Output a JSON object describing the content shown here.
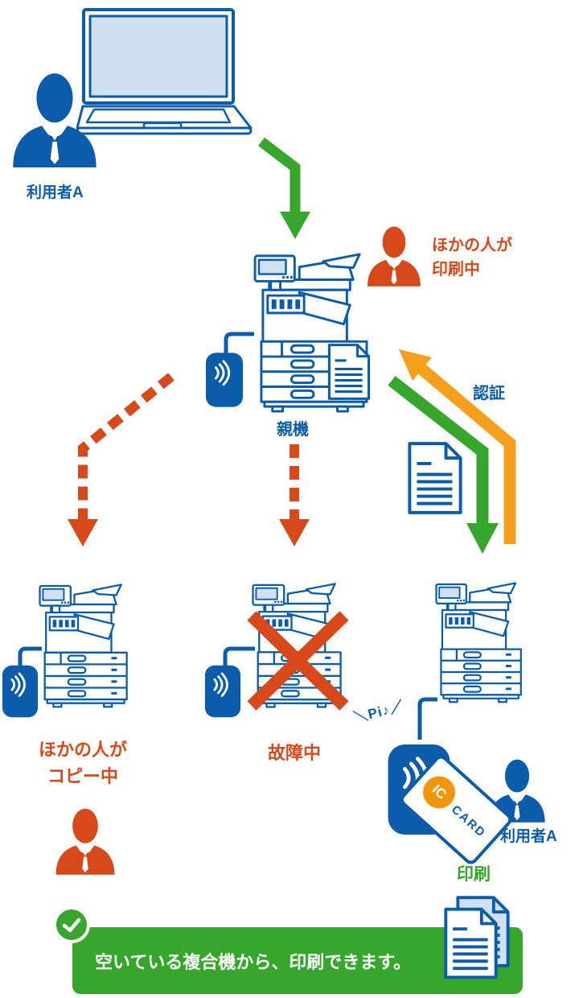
{
  "colors": {
    "blue": "#0b5cab",
    "light_blue": "#cfe0f2",
    "red_orange": "#d7481a",
    "green": "#36a62c",
    "orange_arrow": "#f4a01c",
    "ic_orange": "#f0960e"
  },
  "top_user": {
    "label": "利用者A"
  },
  "parent_machine": {
    "label": "親機",
    "busy_person_line1": "ほかの人が",
    "busy_person_line2": "印刷中"
  },
  "auth": {
    "label": "認証"
  },
  "left_printer": {
    "status_line1": "ほかの人が",
    "status_line2": "コピー中"
  },
  "middle_printer": {
    "status": "故障中"
  },
  "right_printer": {
    "card_sound": "＼Pi♪／",
    "ic_chip": "IC",
    "ic_card": "CARD",
    "user_label": "利用者A",
    "action_label": "印刷"
  },
  "banner": {
    "message": "空いている複合機から、印刷できます。"
  },
  "icons": {
    "check": "✓",
    "radio_waves": ")))",
    "cross_mark": "✕"
  }
}
